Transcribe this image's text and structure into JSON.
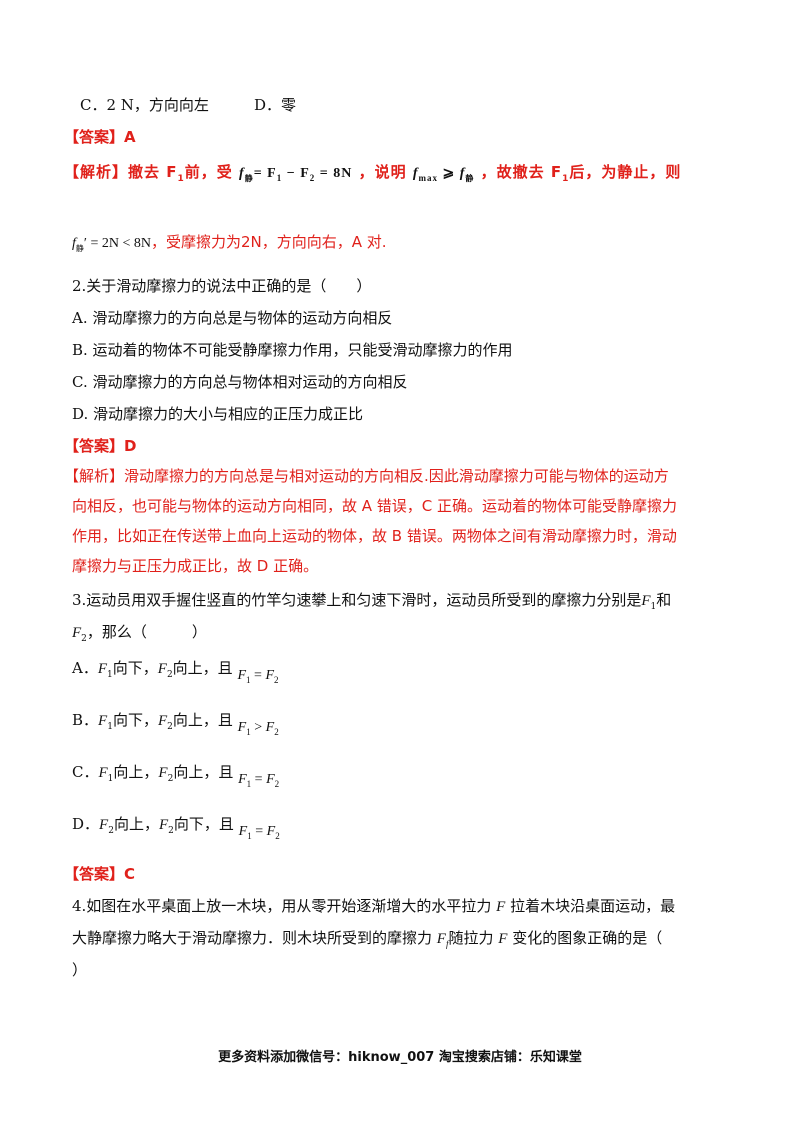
{
  "lines": {
    "opt_c_prev": "C．2 N，方向向左",
    "opt_d_prev": "D．零",
    "ans1": "【答案】A",
    "exp1_tag": "【解析】",
    "exp1_a": "撤去 F",
    "exp1_a_sub": "1",
    "exp1_b": "前，受",
    "exp1_c": "，说明",
    "exp1_d": "，故撤去 F",
    "exp1_d_sub": "1",
    "exp1_e": "后，为静止，则",
    "exp1_f": "，受摩擦力为2N，方向向右，A 对.",
    "q2": "2.关于滑动摩擦力的说法中正确的是（　　）",
    "q2_a": "A.  滑动摩擦力的方向总是与物体的运动方向相反",
    "q2_b": "B.  运动着的物体不可能受静摩擦力作用，只能受滑动摩擦力的作用",
    "q2_c": "C.  滑动摩擦力的方向总与物体相对运动的方向相反",
    "q2_d": "D.  滑动摩擦力的大小与相应的正压力成正比",
    "ans2": "【答案】D",
    "exp2_1": "【解析】滑动摩擦力的方向总是与相对运动的方向相反.因此滑动摩擦力可能与物体的运动方",
    "exp2_2": "向相反，也可能与物体的运动方向相同，故 A 错误，C 正确。运动着的物体可能受静摩擦力",
    "exp2_3": "作用，比如正在传送带上血向上运动的物体，故 B 错误。两物体之间有滑动摩擦力时，滑动",
    "exp2_4": "摩擦力与正压力成正比，故 D 正确。",
    "q3_1a": "3.运动员用双手握住竖直的竹竿匀速攀上和匀速下滑时，运动员所受到的摩擦力分别是",
    "q3_1b": "和",
    "q3_2": "，那么（　　　）",
    "q3_a_label": "A．",
    "q3_a_text": "向下，",
    "q3_a_text2": "向上，且",
    "q3_b_label": "B．",
    "q3_b_text": "向下，",
    "q3_b_text2": "向上，且",
    "q3_c_label": "C．",
    "q3_c_text": "向上，",
    "q3_c_text2": "向上，且",
    "q3_d_label": "D．",
    "q3_d_text": "向上，",
    "q3_d_text2": "向下，且",
    "ans3": "【答案】C",
    "q4_1a": "4.如图在水平桌面上放一木块，用从零开始逐渐增大的水平拉力",
    "q4_1b": "拉着木块沿桌面运动，最",
    "q4_2a": "大静摩擦力略大于滑动摩擦力．则木块所受到的摩擦力",
    "q4_2b": "随拉力",
    "q4_2c": "变化的图象正确的是（",
    "q4_3": "）"
  },
  "math": {
    "F": "F",
    "F1": "F",
    "F2": "F",
    "sub1": "1",
    "sub2": "2",
    "f": "f",
    "sub_jing": "静",
    "sub_max": "max",
    "sub_f": "f",
    "eq_8N": "= F",
    "minus": " − F",
    "eq_tail": " = 8N",
    "geq": " ⩾ ",
    "prime_eq": "′ = 2N < 8N",
    "eq": " = ",
    "gt": " > "
  },
  "footer": "更多资料添加微信号：hiknow_007 淘宝搜索店铺：乐知课堂"
}
